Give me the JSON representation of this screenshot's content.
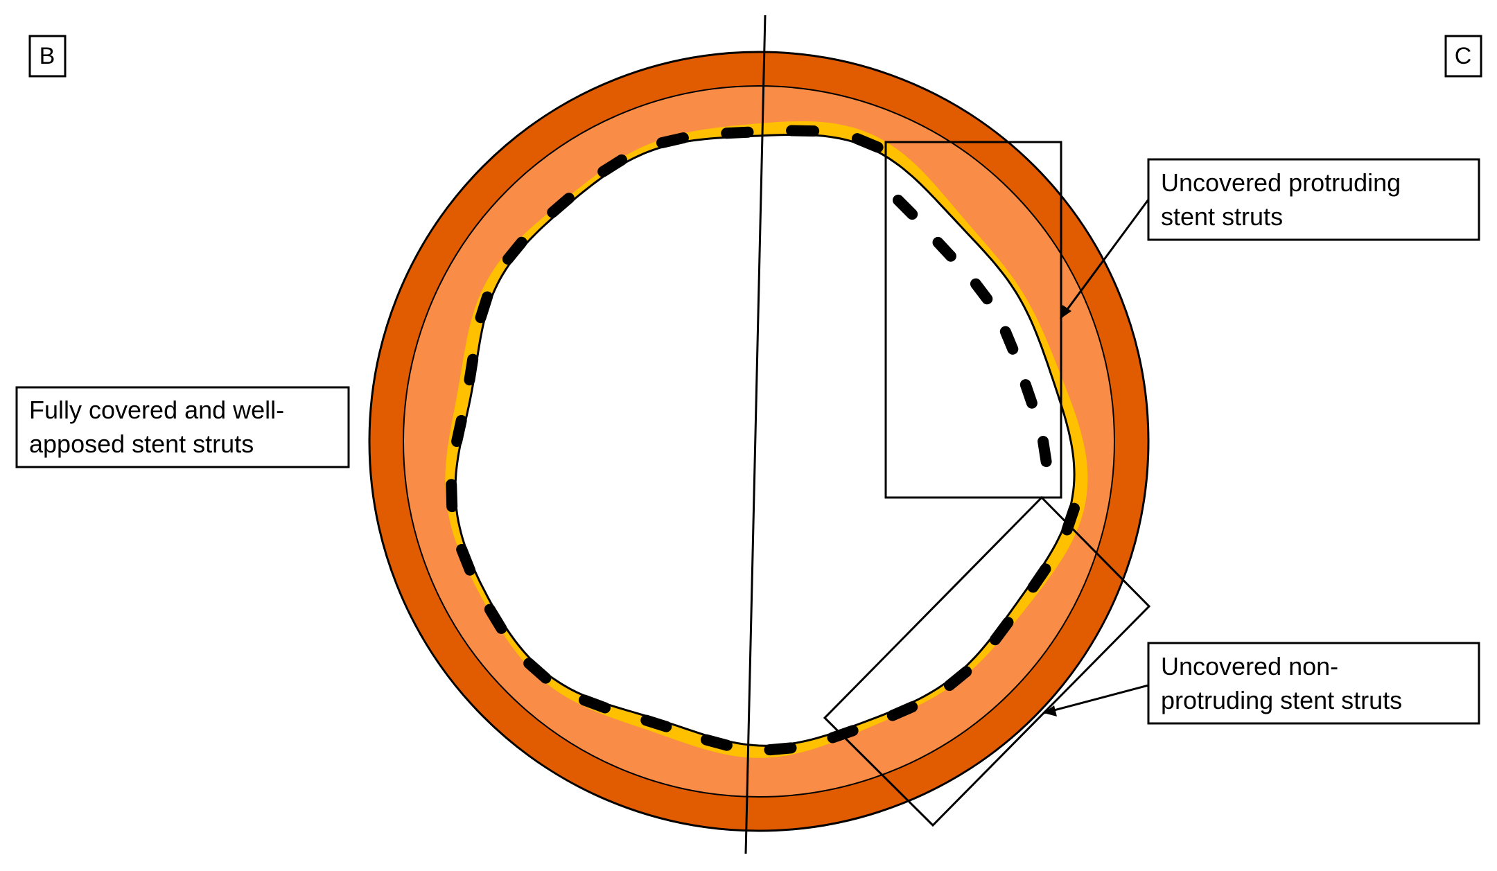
{
  "panels": {
    "left": "B",
    "right": "C"
  },
  "callouts": {
    "fully_covered": [
      "Fully covered and well-",
      "apposed stent struts"
    ],
    "uncovered_protruding": [
      "Uncovered protruding",
      "stent struts"
    ],
    "uncovered_non_protruding": [
      "Uncovered non-",
      "protruding stent struts"
    ]
  },
  "colors": {
    "outer_wall": "#E15B00",
    "media": "#F98C46",
    "neointima": "#FFC000",
    "strut": "#000000",
    "lumen": "#FFFFFF"
  }
}
